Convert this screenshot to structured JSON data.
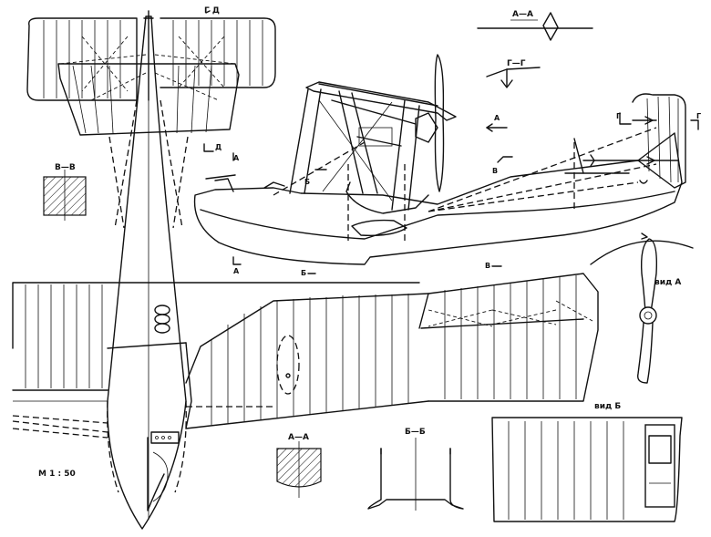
{
  "scale_label": "М 1 : 50",
  "section_labels": {
    "g_d": "Г  Д",
    "a_a_top": "А—А",
    "g_g": "Г—Г",
    "v_v": "В—В",
    "a_a_bottom": "А—А",
    "b_b": "Б—Б"
  },
  "view_labels": {
    "view_a": "вид А",
    "view_b": "вид Б"
  },
  "cut_marks": {
    "a_upper": "А",
    "a_lower": "А",
    "b_upper": "Б",
    "b_lower": "Б",
    "v_upper": "В",
    "v_lower": "В",
    "d_left": "Д",
    "g_tail_left": "Г",
    "g_tail_right": "Г",
    "arrow_a": "А"
  }
}
